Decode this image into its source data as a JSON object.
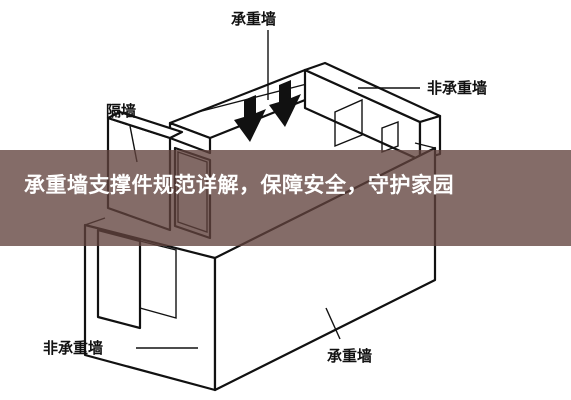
{
  "diagram": {
    "labels": {
      "top_load_bearing_wall": "承重墙",
      "right_non_load_bearing_wall": "非承重墙",
      "partition_wall": "隔墙",
      "left_non_load_bearing_wall": "非承重墙",
      "bottom_load_bearing_wall": "承重墙"
    }
  },
  "banner": {
    "title": "承重墙支撑件规范详解，保障安全，守护家园"
  }
}
